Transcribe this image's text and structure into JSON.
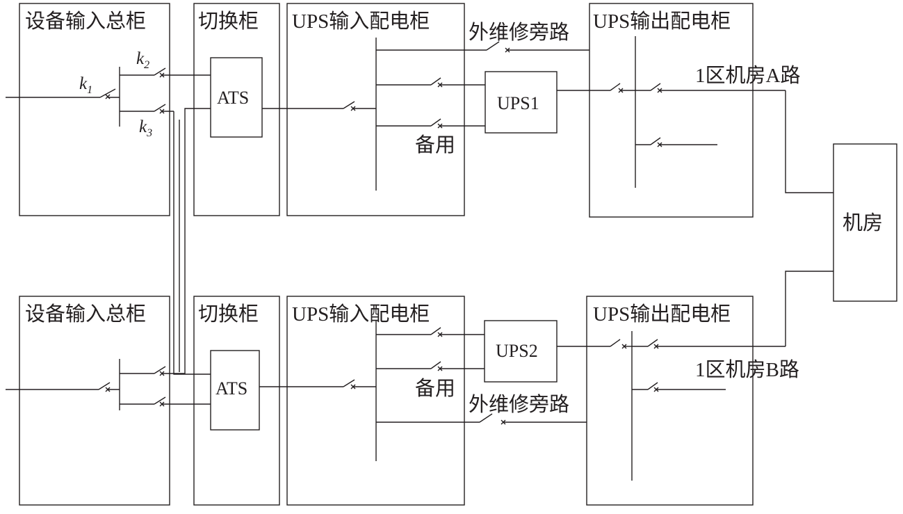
{
  "top": {
    "cabinet_main": "设备输入总柜",
    "cabinet_switch": "切换柜",
    "cabinet_ups_in": "UPS输入配电柜",
    "cabinet_ups_out": "UPS输出配电柜",
    "ats": "ATS",
    "ups": "UPS1",
    "bypass": "外维修旁路",
    "spare": "备用",
    "feed": "1区机房A路",
    "k1": "k",
    "k1_sub": "1",
    "k2": "k",
    "k2_sub": "2",
    "k3": "k",
    "k3_sub": "3"
  },
  "bottom": {
    "cabinet_main": "设备输入总柜",
    "cabinet_switch": "切换柜",
    "cabinet_ups_in": "UPS输入配电柜",
    "cabinet_ups_out": "UPS输出配电柜",
    "ats": "ATS",
    "ups": "UPS2",
    "bypass": "外维修旁路",
    "spare": "备用",
    "feed": "1区机房B路"
  },
  "room": "机房",
  "colors": {
    "line": "#231f20",
    "background": "#ffffff"
  }
}
